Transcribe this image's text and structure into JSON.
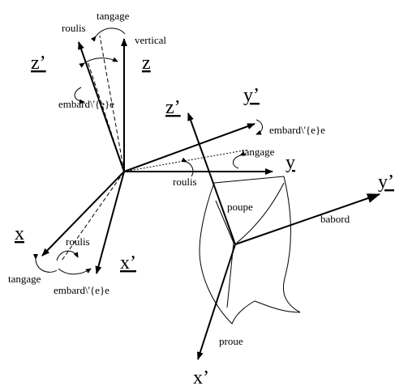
{
  "labels": {
    "tangage_top": "tangage",
    "roulis_top": "roulis",
    "vertical": "vertical",
    "z": "z",
    "z_prime_left": "z’",
    "embarde_left": "embard\\'{e}e",
    "z_prime_center": "z’",
    "y_prime_upper": "y’",
    "embarde_right": "embard\\'{e}e",
    "tangage_right": "tangage",
    "y": "y",
    "roulis_center": "roulis",
    "y_prime_right": "y’",
    "poupe": "poupe",
    "babord": "babord",
    "x": "x",
    "roulis_bottom": "roulis",
    "x_prime_left": "x’",
    "tangage_bottom": "tangage",
    "embarde_bottom": "embard\\'{e}e",
    "proue": "proue",
    "x_prime_bottom": "x’"
  }
}
